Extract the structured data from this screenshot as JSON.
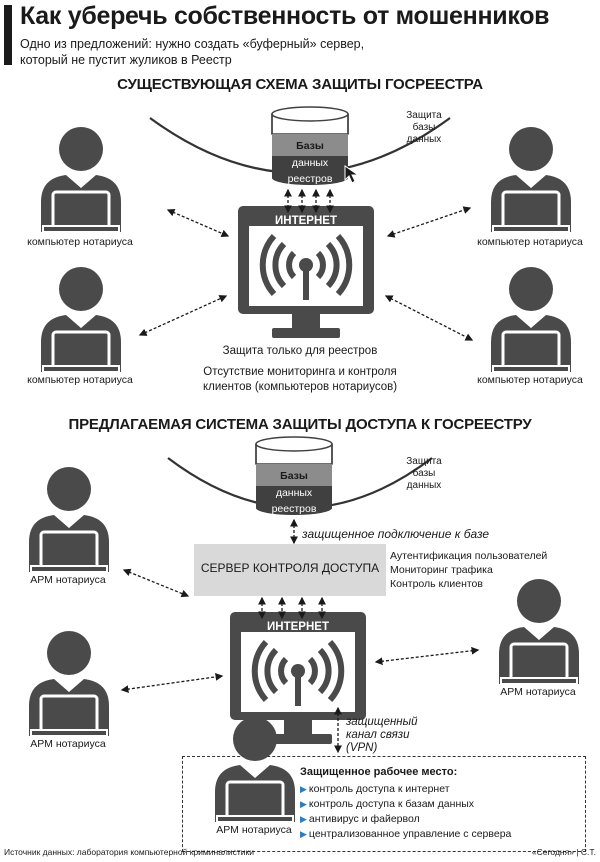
{
  "header": {
    "title": "Как уберечь собственность от мошенников",
    "subtitle_line1": "Одно из предложений: нужно создать «буферный» сервер,",
    "subtitle_line2": "который не пустит жуликов в Реестр"
  },
  "existing": {
    "section_title": "СУЩЕСТВУЮЩАЯ СХЕМА ЗАЩИТЫ ГОСРЕЕСТРА",
    "protection_label": [
      "Защита",
      "базы",
      "данных"
    ],
    "db_rows": [
      "Базы",
      "данных",
      "реестров"
    ],
    "internet_label": "ИНТЕРНЕТ",
    "notary_label": "компьютер нотариуса",
    "note_line1": "Защита только для реестров",
    "note_line2": "Отсутствие мониторинга и контроля",
    "note_line3": "клиентов (компьютеров нотариусов)"
  },
  "proposed": {
    "section_title": "ПРЕДЛАГАЕМАЯ СИСТЕМА ЗАЩИТЫ ДОСТУПА К ГОСРЕЕСТРУ",
    "protection_label": [
      "Защита",
      "базы",
      "данных"
    ],
    "db_rows": [
      "Базы",
      "данных",
      "реестров"
    ],
    "secure_link": "защищенное подключение к базе",
    "server_label": "СЕРВЕР КОНТРОЛЯ ДОСТУПА",
    "server_features": [
      "Аутентификация пользователей",
      "Мониторинг трафика",
      "Контроль клиентов"
    ],
    "internet_label": "ИНТЕРНЕТ",
    "vpn_label": [
      "защищенный",
      "канал связи",
      "(VPN)"
    ],
    "arm_label": "АРМ нотариуса",
    "workplace_title": "Защищенное рабочее место:",
    "workplace_items": [
      "контроль доступа к интернет",
      "контроль доступа к базам данных",
      "антивирус и файервол",
      "централизованное управление с сервера"
    ]
  },
  "footer": {
    "source": "Источник данных: лаборатория компьютерной криминалистики",
    "credit": "«Сегодня» | С.Т."
  },
  "colors": {
    "icon": "#4a4a4a",
    "db_mid": "#8c8c8c",
    "db_dark": "#404040",
    "server_box": "#d9d9d9",
    "accent": "#2b7cc0"
  }
}
